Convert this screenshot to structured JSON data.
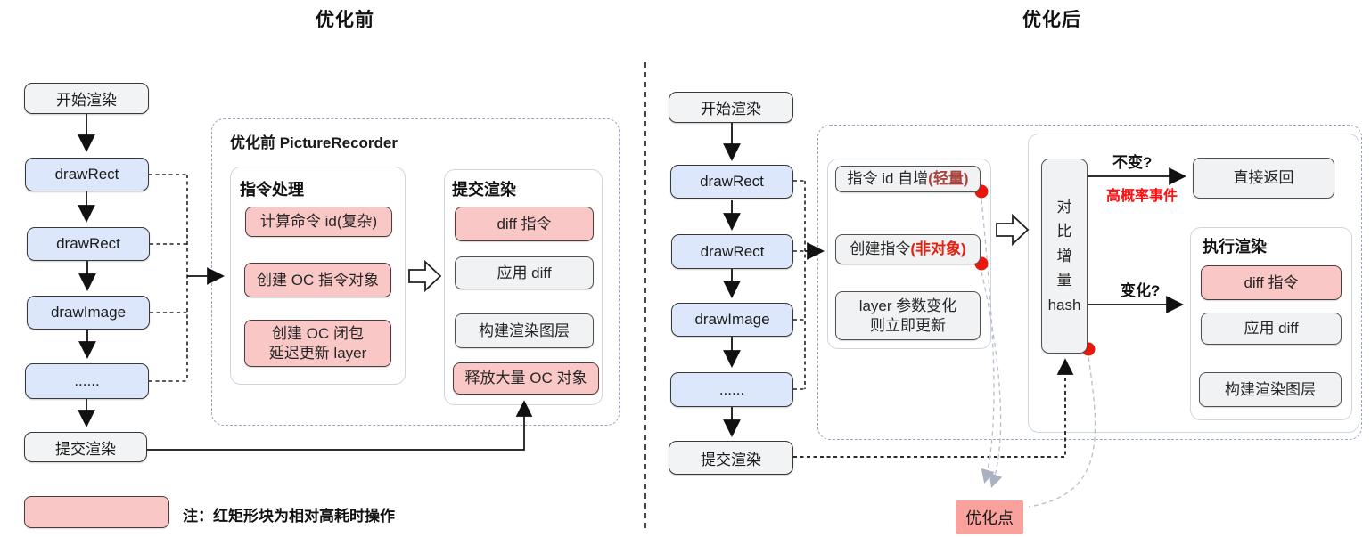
{
  "titles": {
    "left": "优化前",
    "right": "优化后"
  },
  "left": {
    "flow": [
      {
        "label": "开始渲染",
        "type": "gray"
      },
      {
        "label": "drawRect",
        "type": "blue"
      },
      {
        "label": "drawRect",
        "type": "blue"
      },
      {
        "label": "drawImage",
        "type": "blue"
      },
      {
        "label": "......",
        "type": "blue"
      },
      {
        "label": "提交渲染",
        "type": "gray"
      }
    ],
    "container_title": "优化前 PictureRecorder",
    "group1": {
      "title": "指令处理",
      "items": [
        "计算命令 id(复杂)",
        "创建 OC 指令对象",
        "创建 OC 闭包\n延迟更新 layer"
      ]
    },
    "group2": {
      "title": "提交渲染",
      "items": [
        {
          "label": "diff 指令",
          "tone": "red"
        },
        {
          "label": "应用 diff",
          "tone": "gray"
        },
        {
          "label": "构建渲染图层",
          "tone": "gray"
        },
        {
          "label": "释放大量 OC 对象",
          "tone": "red"
        }
      ]
    },
    "legend_note": "注：红矩形块为相对高耗时操作"
  },
  "right": {
    "flow": [
      {
        "label": "开始渲染",
        "type": "gray"
      },
      {
        "label": "drawRect",
        "type": "blue"
      },
      {
        "label": "drawRect",
        "type": "blue"
      },
      {
        "label": "drawImage",
        "type": "blue"
      },
      {
        "label": "......",
        "type": "blue"
      },
      {
        "label": "提交渲染",
        "type": "gray"
      }
    ],
    "cmd_group": {
      "item1_text": "指令 id 自增",
      "item1_highlight": "(轻量)",
      "item2_text": "创建指令",
      "item2_highlight": "(非对象)",
      "item3": "layer 参数变化\n则立即更新"
    },
    "hash_box": "对\n比\n增\n量\nhash",
    "labels": {
      "unchanged": "不变?",
      "high_prob": "高概率事件",
      "changed": "变化?"
    },
    "return_box": "直接返回",
    "exec_group": {
      "title": "执行渲染",
      "items": [
        {
          "label": "diff 指令",
          "tone": "red"
        },
        {
          "label": "应用 diff",
          "tone": "gray"
        },
        {
          "label": "构建渲染图层",
          "tone": "gray"
        }
      ]
    },
    "opt_point": "优化点"
  },
  "colors": {
    "pink_fill": "#f9c8c6",
    "pink_strong": "#f9a29d",
    "blue_fill": "#dce7fb",
    "gray_fill": "#f1f2f4",
    "red_dot": "#e8180c",
    "red_text": "#ff0f0f",
    "dark_red_text": "#a94441",
    "dashed_border": "#98a4c6"
  }
}
